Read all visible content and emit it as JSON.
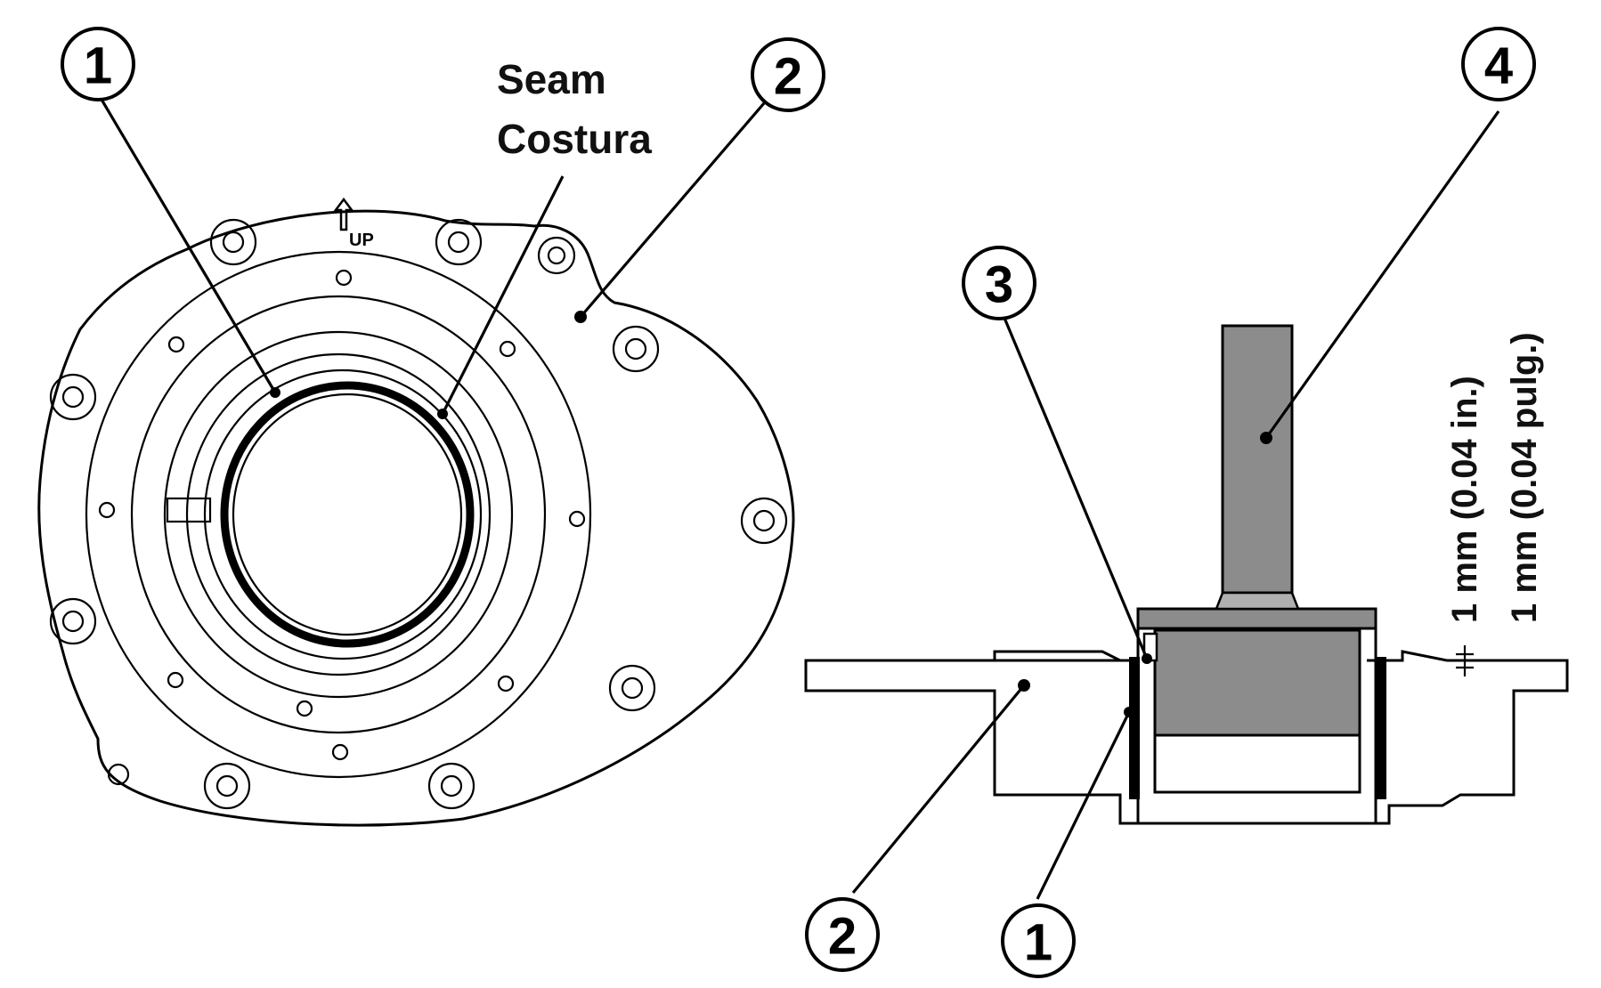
{
  "labels": {
    "seam_en": "Seam",
    "seam_es": "Costura",
    "up_mark": "UP",
    "dim_en": "1 mm (0.04 in.)",
    "dim_es": "1 mm (0.04 pulg.)"
  },
  "callouts": {
    "left_1": "1",
    "left_2": "2",
    "right_1": "1",
    "right_2": "2",
    "right_3": "3",
    "right_4": "4"
  }
}
